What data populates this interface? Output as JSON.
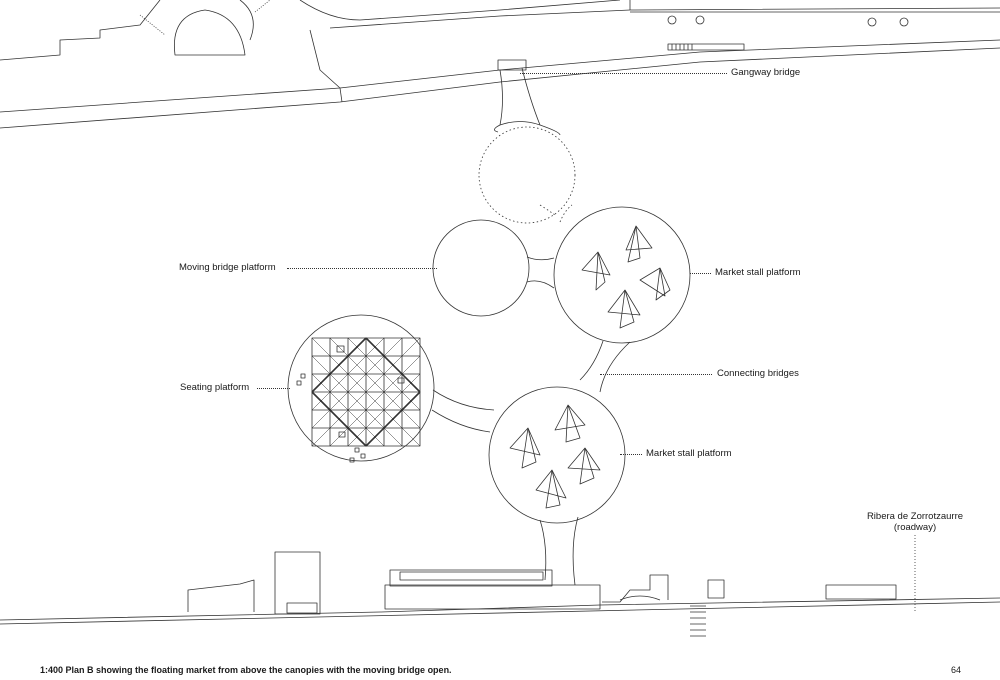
{
  "labels": {
    "gangway": "Gangway bridge",
    "moving_platform": "Moving bridge platform",
    "market_top": "Market stall platform",
    "connecting": "Connecting bridges",
    "seating": "Seating platform",
    "market_bottom": "Market stall platform",
    "road_line1": "Ribera de Zorrotzaurre",
    "road_line2": "(roadway)"
  },
  "caption": "1:400 Plan B showing the floating market from above the canopies with the moving bridge open.",
  "page_number": "64",
  "colors": {
    "line": "#333333",
    "background": "#ffffff"
  }
}
